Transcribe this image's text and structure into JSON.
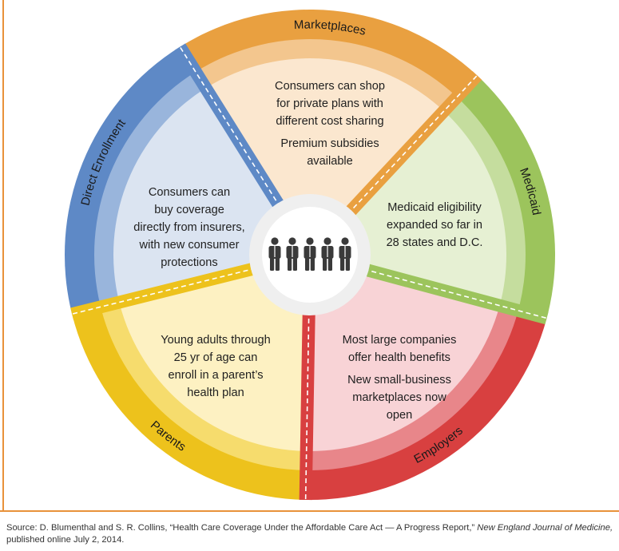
{
  "diagram": {
    "segments": [
      {
        "id": "marketplaces",
        "label": "Marketplaces",
        "lines": [
          "Consumers can shop",
          "for private plans with",
          "different cost sharing",
          "Premium subsidies",
          "available"
        ],
        "colors": {
          "outer": "#e9a040",
          "mid": "#f3c68e",
          "inner": "#fbe7cf"
        }
      },
      {
        "id": "medicaid",
        "label": "Medicaid",
        "lines": [
          "Medicaid eligibility",
          "expanded so far in",
          "28 states and D.C."
        ],
        "colors": {
          "outer": "#9cc45c",
          "mid": "#c5dd9e",
          "inner": "#e6f0d3"
        }
      },
      {
        "id": "employers",
        "label": "Employers",
        "lines": [
          "Most large companies",
          "offer health benefits",
          "New small-business",
          "marketplaces now",
          "open"
        ],
        "colors": {
          "outer": "#d84040",
          "mid": "#e8868a",
          "inner": "#f8d3d6"
        }
      },
      {
        "id": "parents",
        "label": "Parents",
        "lines": [
          "Young adults through",
          "25 yr of age can",
          "enroll in a parent’s",
          "health plan"
        ],
        "colors": {
          "outer": "#edc21c",
          "mid": "#f6dc6d",
          "inner": "#fdf1c2"
        }
      },
      {
        "id": "direct-enrollment",
        "label": "Direct Enrollment",
        "lines": [
          "Consumers can",
          "buy coverage",
          "directly from insurers,",
          "with new consumer",
          "protections"
        ],
        "colors": {
          "outer": "#5e89c6",
          "mid": "#99b5dc",
          "inner": "#dbe4f1"
        }
      }
    ],
    "center_icon": "group-of-people-icon"
  },
  "source": {
    "prefix": "Source: D. Blumenthal and S. R. Collins, “Health Care Coverage Under the Affordable Care Act — A Progress Report,” ",
    "journal": "New England Journal of Medicine,",
    "suffix": " published online July 2, 2014."
  }
}
